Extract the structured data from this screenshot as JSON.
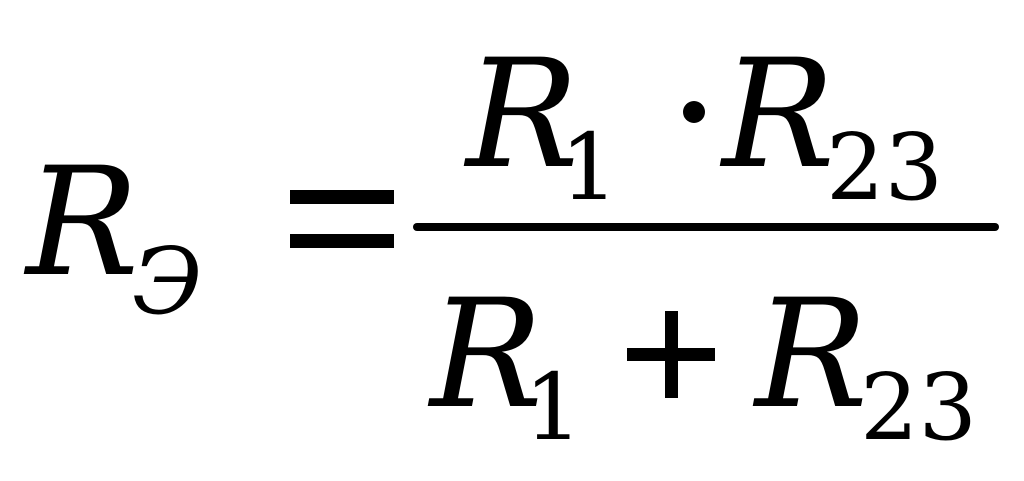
{
  "formula": {
    "lhs": {
      "symbol": "R",
      "subscript": "Э"
    },
    "equals": "=",
    "numerator": {
      "first": {
        "symbol": "R",
        "subscript": "1"
      },
      "operator": "·",
      "second": {
        "symbol": "R",
        "subscript": "23"
      }
    },
    "denominator": {
      "first": {
        "symbol": "R",
        "subscript": "1"
      },
      "operator": "+",
      "second": {
        "symbol": "R",
        "subscript": "23"
      }
    }
  }
}
